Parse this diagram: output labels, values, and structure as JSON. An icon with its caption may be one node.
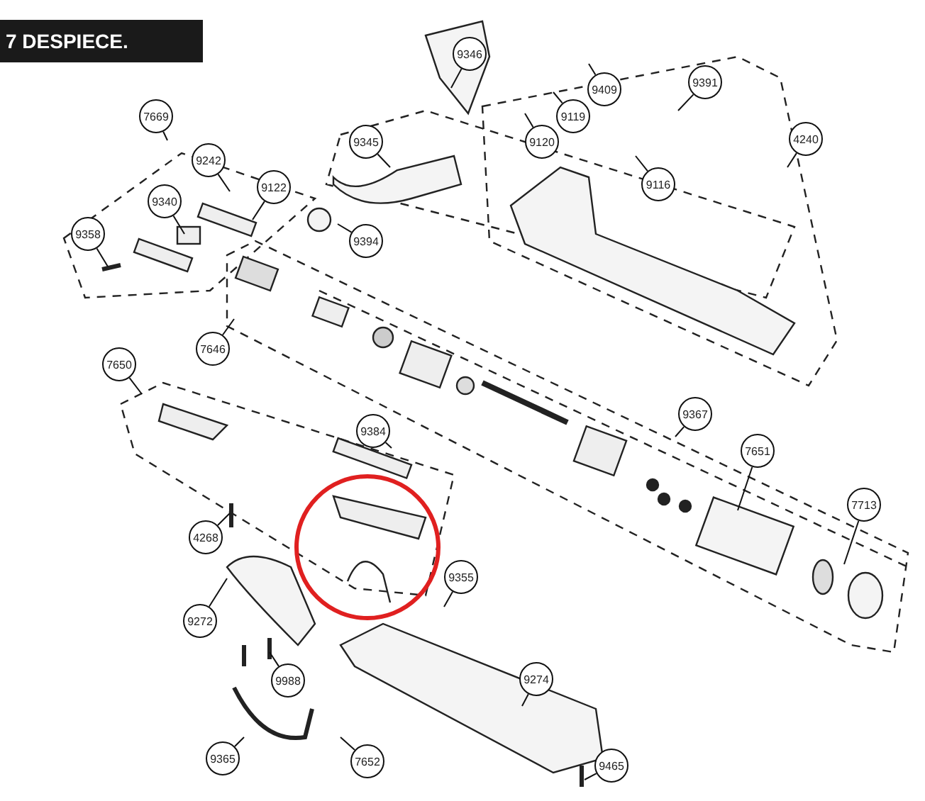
{
  "diagram": {
    "title": "7 DESPIECE.",
    "nodes": [
      {
        "text": [
          "9346"
        ]
      },
      {
        "text": [
          "9409"
        ]
      },
      {
        "text": [
          "9119"
        ]
      },
      {
        "text": [
          "9120"
        ]
      },
      {
        "text": [
          "9391"
        ]
      },
      {
        "text": [
          "4240"
        ]
      },
      {
        "text": [
          "9116"
        ]
      },
      {
        "text": [
          "7669"
        ]
      },
      {
        "text": [
          "9242"
        ]
      },
      {
        "text": [
          "9122"
        ]
      },
      {
        "text": [
          "9340"
        ]
      },
      {
        "text": [
          "9358"
        ]
      },
      {
        "text": [
          "9345"
        ]
      },
      {
        "text": [
          "9394"
        ]
      },
      {
        "text": [
          "7646"
        ]
      },
      {
        "text": [
          "7650"
        ]
      },
      {
        "text": [
          "9384"
        ]
      },
      {
        "text": [
          "9367"
        ]
      },
      {
        "text": [
          "7651"
        ]
      },
      {
        "text": [
          "7713"
        ]
      },
      {
        "text": [
          "4268"
        ]
      },
      {
        "text": [
          "9272"
        ]
      },
      {
        "text": [
          "9355"
        ]
      },
      {
        "text": [
          "9988"
        ]
      },
      {
        "text": [
          "9274"
        ]
      },
      {
        "text": [
          "9365"
        ]
      },
      {
        "text": [
          "7652"
        ]
      },
      {
        "text": [
          "9465"
        ]
      }
    ],
    "edges": [
      {
        "from": 0,
        "to": null,
        "arrow": "none"
      },
      {
        "from": 1,
        "to": null,
        "arrow": "none"
      },
      {
        "from": 2,
        "to": null,
        "arrow": "none"
      },
      {
        "from": 3,
        "to": null,
        "arrow": "none"
      },
      {
        "from": 4,
        "to": null,
        "arrow": "none"
      },
      {
        "from": 5,
        "to": null,
        "arrow": "none"
      },
      {
        "from": 6,
        "to": null,
        "arrow": "none"
      },
      {
        "from": 7,
        "to": null,
        "arrow": "none"
      },
      {
        "from": 8,
        "to": null,
        "arrow": "none"
      },
      {
        "from": 9,
        "to": null,
        "arrow": "none"
      },
      {
        "from": 10,
        "to": null,
        "arrow": "none"
      },
      {
        "from": 11,
        "to": null,
        "arrow": "none"
      },
      {
        "from": 12,
        "to": null,
        "arrow": "none"
      },
      {
        "from": 13,
        "to": null,
        "arrow": "none"
      },
      {
        "from": 14,
        "to": null,
        "arrow": "none"
      },
      {
        "from": 15,
        "to": null,
        "arrow": "none"
      },
      {
        "from": 16,
        "to": null,
        "arrow": "none"
      },
      {
        "from": 17,
        "to": null,
        "arrow": "none"
      },
      {
        "from": 18,
        "to": null,
        "arrow": "none"
      },
      {
        "from": 19,
        "to": null,
        "arrow": "none"
      },
      {
        "from": 20,
        "to": null,
        "arrow": "none"
      },
      {
        "from": 21,
        "to": null,
        "arrow": "none"
      },
      {
        "from": 22,
        "to": null,
        "arrow": "none"
      },
      {
        "from": 23,
        "to": null,
        "arrow": "none"
      },
      {
        "from": 24,
        "to": null,
        "arrow": "none"
      },
      {
        "from": 25,
        "to": null,
        "arrow": "none"
      },
      {
        "from": 26,
        "to": null,
        "arrow": "none"
      },
      {
        "from": 27,
        "to": null,
        "arrow": "none"
      }
    ]
  }
}
